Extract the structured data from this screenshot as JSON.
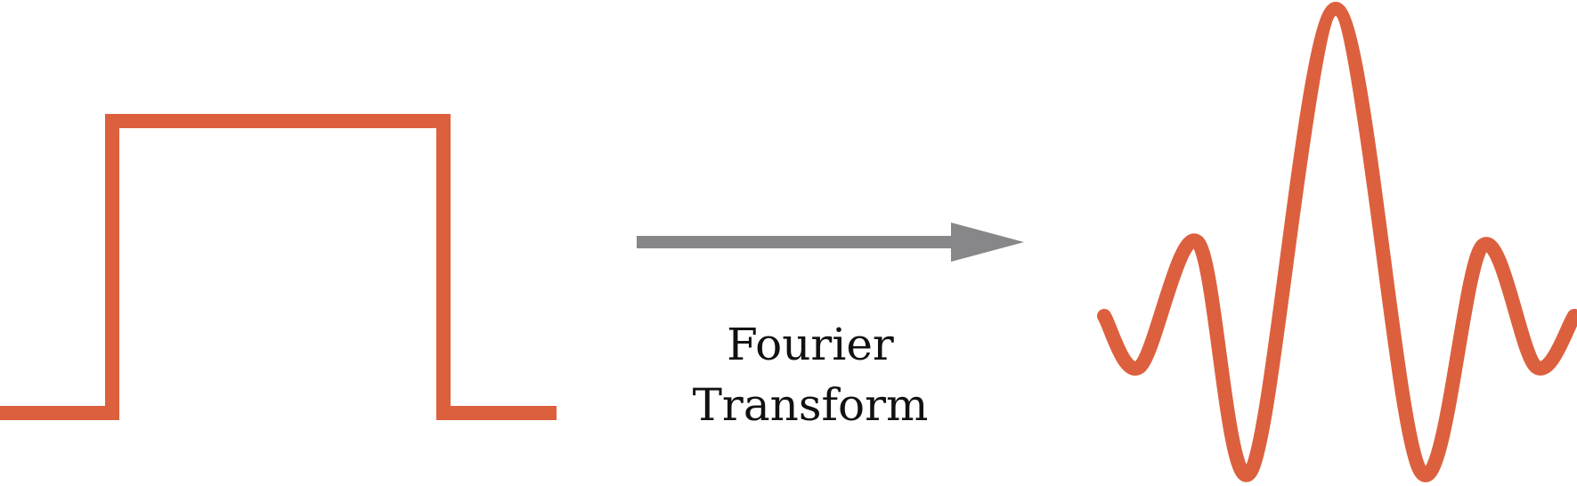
{
  "diagram": {
    "label": {
      "line1": "Fourier",
      "line2": "Transform"
    },
    "colors": {
      "signal": "#dc603e",
      "arrow": "#87878a",
      "text": "#111111",
      "background": "#ffffff"
    },
    "elements": {
      "input_signal": "rectangular-pulse",
      "transform_arrow": "right-arrow",
      "output_signal": "sinc-wave"
    }
  }
}
